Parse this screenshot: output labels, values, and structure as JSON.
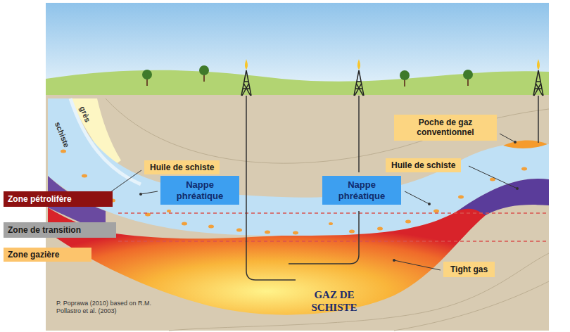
{
  "diagram": {
    "nodes": [
      {
        "text": [
          "Poche de gaz conventionnel"
        ]
      },
      {
        "text": [
          "Huile de schiste"
        ]
      },
      {
        "text": [
          "Huile de schiste"
        ]
      },
      {
        "text": [
          "Nappe phréatique"
        ]
      },
      {
        "text": [
          "Nappe phréatique"
        ]
      },
      {
        "text": [
          "Zone pétrolifère"
        ]
      },
      {
        "text": [
          "Zone de transition"
        ]
      },
      {
        "text": [
          "Zone gazière"
        ]
      },
      {
        "text": [
          "Tight gas"
        ]
      }
    ],
    "labels": [
      "grès",
      "schiste",
      "GAZ DE SCHISTE",
      "P. Poprawa (2010) based on R.M. Pollastro et al. (2003)"
    ]
  }
}
